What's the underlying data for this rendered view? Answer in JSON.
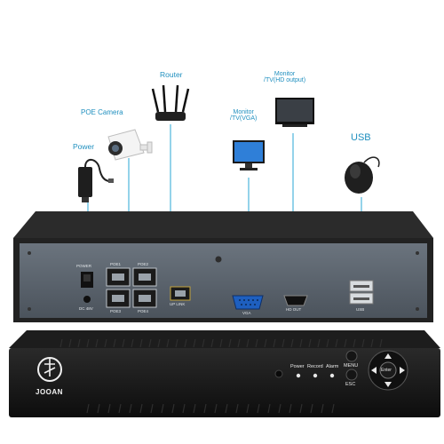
{
  "labels": {
    "power": "Power",
    "poe_camera": "POE Camera",
    "router": "Router",
    "monitor_vga": "Monitor\n/TV(VGA)",
    "monitor_hd": "Monitor\n/TV(HD output)",
    "usb": "USB"
  },
  "rear_panel": {
    "power": "POWER",
    "dc_in": "DC 48V",
    "poe1": "POE1",
    "poe2": "POE2",
    "poe3": "POE3",
    "poe4": "POE4",
    "uplink": "UP LINK",
    "vga": "VGA",
    "hdout": "HD OUT",
    "usb": "USB"
  },
  "front_panel": {
    "brand": "JOOAN",
    "power": "Power",
    "record": "Record",
    "alarm": "Alarm",
    "menu": "MENU",
    "esc": "ESC",
    "enter": "Enter"
  },
  "colors": {
    "accent": "#1f8fbf",
    "case_dark": "#1b1b1b",
    "rear_panel": "#5a6470"
  }
}
